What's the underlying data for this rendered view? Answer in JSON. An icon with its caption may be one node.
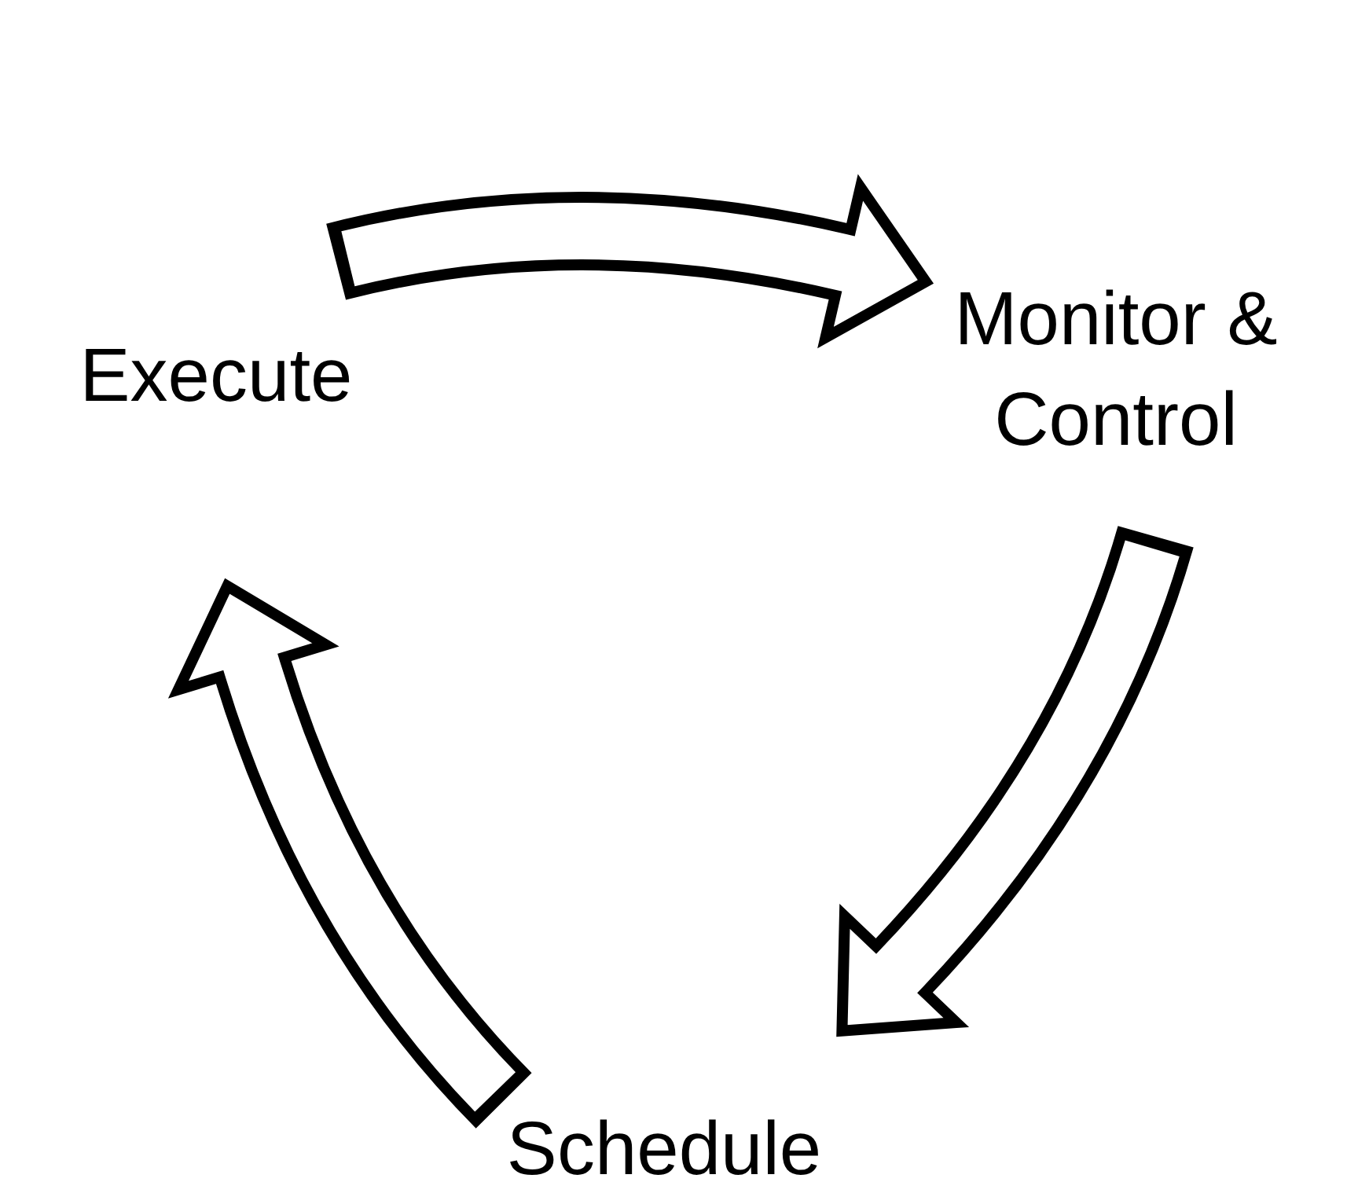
{
  "diagram": {
    "nodes": [
      {
        "text": [
          "Execute"
        ]
      },
      {
        "text": [
          "Monitor & Control"
        ]
      },
      {
        "text": [
          "Schedule"
        ]
      }
    ],
    "edges": [
      {
        "from": 0,
        "to": 1,
        "arrow": "to"
      },
      {
        "from": 1,
        "to": 2,
        "arrow": "to"
      },
      {
        "from": 2,
        "to": 0,
        "arrow": "to"
      }
    ]
  }
}
